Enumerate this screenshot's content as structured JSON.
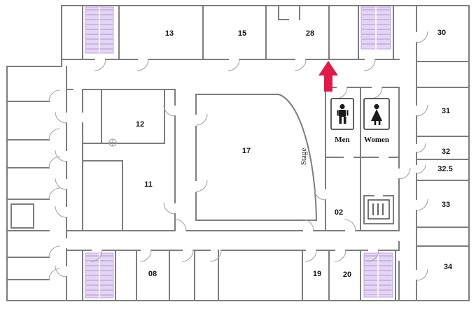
{
  "colors": {
    "wall": "#7d7d7d",
    "door": "#a8a8a8",
    "stair_fill": "#e4d5f2",
    "stair_stripe": "#c9b4e6",
    "arrow": "#e01a49"
  },
  "rooms": {
    "r13": "13",
    "r15": "15",
    "r28": "28",
    "r30": "30",
    "r12": "12",
    "r11": "11",
    "r17": "17",
    "r31": "31",
    "r32": "32",
    "r32_5": "32.5",
    "r33": "33",
    "r34": "34",
    "r08": "08",
    "r19": "19",
    "r20": "20",
    "r02": "02"
  },
  "labels": {
    "stage": "Stage",
    "men": "Men",
    "women": "Women"
  },
  "icons": {
    "men_sign": "man-icon",
    "women_sign": "woman-icon",
    "elevator": "elevator-icon",
    "direction": "up-arrow-icon",
    "stairs": "stairs-icon"
  }
}
